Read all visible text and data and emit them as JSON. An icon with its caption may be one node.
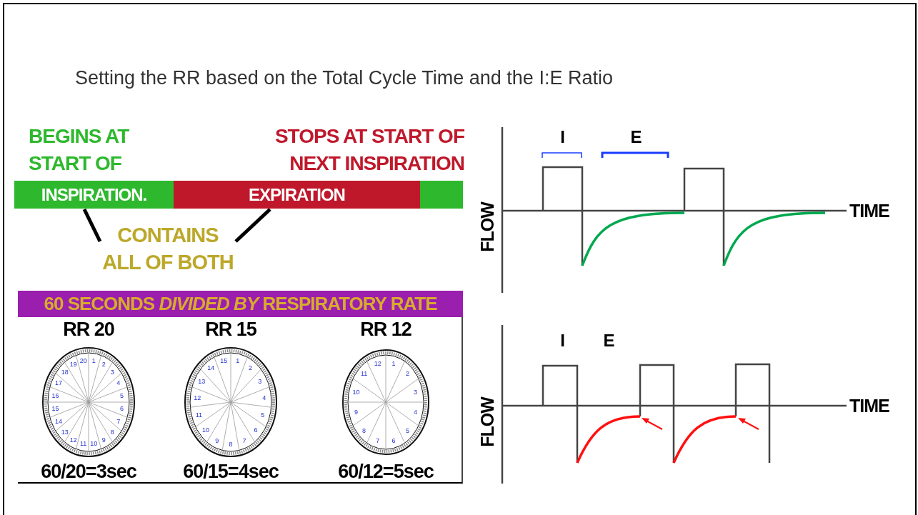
{
  "diagram": {
    "title": "Setting the RR based on the Total Cycle Time and the I:E Ratio",
    "nodes": [
      {
        "text": [
          "INSPIRATION."
        ]
      },
      {
        "text": [
          "EXPIRATION"
        ]
      },
      {
        "text": [],
        "shape": "bar"
      },
      {
        "text": [
          "CONTAINS ALL OF BOTH"
        ]
      },
      {
        "text": [
          "60 SECONDS *DIVIDED BY* RESPIRATORY RATE"
        ]
      }
    ],
    "edges": [
      {
        "from": 3,
        "to": 0,
        "arrow": "none"
      },
      {
        "from": 3,
        "to": 1,
        "arrow": "none"
      }
    ],
    "labels": [
      "BEGINS AT START OF",
      "STOPS AT START OF NEXT INSPIRATION",
      "RR 20",
      "RR 15",
      "RR 12",
      "20",
      "1",
      "19",
      "2",
      "18",
      "3",
      "17",
      "4",
      "16",
      "5",
      "15",
      "6",
      "14",
      "7",
      "13",
      "8",
      "12",
      "9",
      "11",
      "10",
      "15",
      "1",
      "14",
      "2",
      "13",
      "3",
      "12",
      "4",
      "11",
      "5",
      "10",
      "6",
      "9",
      "7",
      "8",
      "12",
      "1",
      "11",
      "2",
      "10",
      "3",
      "9",
      "4",
      "8",
      "5",
      "7",
      "6",
      "60/20=3sec",
      "60/15=4sec",
      "60/12=5sec",
      "I",
      "E",
      "FLOW",
      "TIME",
      "I",
      "E",
      "FLOW",
      "TIME"
    ]
  }
}
